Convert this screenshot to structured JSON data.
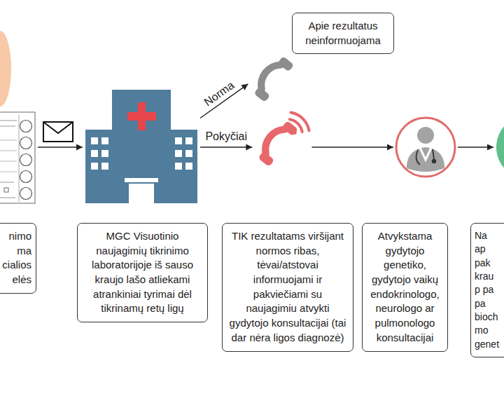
{
  "diagram": {
    "nodes": [
      {
        "text": [
          "nimo ma cialios elės"
        ]
      },
      {
        "text": [
          "MGC Visuotinio naujagimių tikrinimo laboratorijoje iš sauso kraujo lašo atliekami atrankiniai tyrimai dėl tikrinamų retų ligų"
        ]
      },
      {
        "text": [
          "Apie rezultatus neinformuojama"
        ]
      },
      {
        "text": [
          "TIK rezultatams viršijant normos ribas, tėvai/atstovai informuojami ir pakviečiami su naujagimiu atvykti gydytojo konsultacijai (tai dar nėra ligos diagnozė)"
        ]
      },
      {
        "text": [
          "Atvykstama gydytojo genetiko, gydytojo vaikų endokrinologo, neurologo ar pulmonologo konsultacijai"
        ]
      },
      {
        "text": [
          "Na ap pak krau p pa pa bioch mo genet"
        ]
      }
    ],
    "edges": [
      {
        "from": 0,
        "to": 1,
        "arrow": "to"
      },
      {
        "from": 1,
        "to": 2,
        "label": "Norma",
        "arrow": "to"
      },
      {
        "from": 1,
        "to": 3,
        "label": "Pokyčiai",
        "arrow": "to"
      },
      {
        "from": 3,
        "to": 4,
        "arrow": "to"
      },
      {
        "from": 4,
        "to": 5,
        "arrow": "to"
      }
    ]
  }
}
